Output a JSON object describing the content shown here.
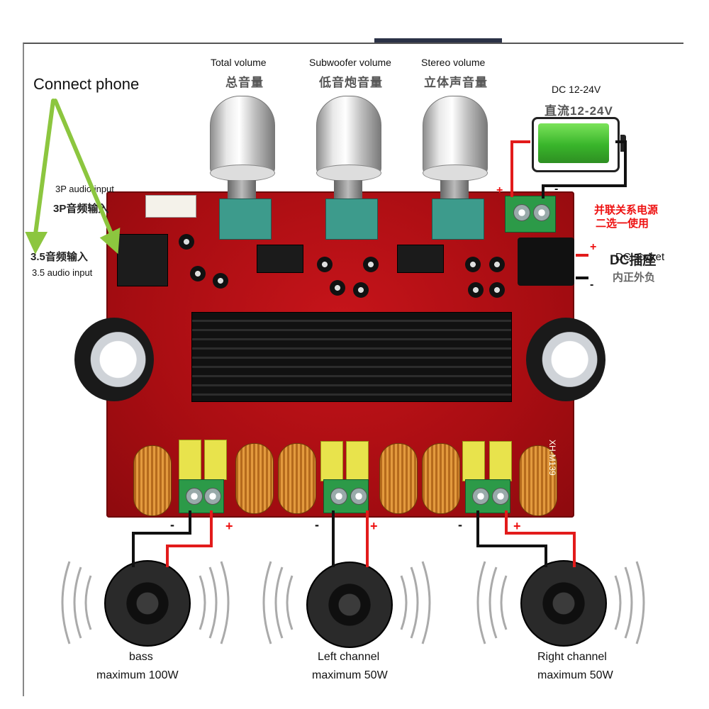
{
  "labels": {
    "connect_phone": "Connect phone",
    "total_volume_en": "Total volume",
    "total_volume_cn": "总音量",
    "sub_volume_en": "Subwoofer volume",
    "sub_volume_cn": "低音炮音量",
    "stereo_volume_en": "Stereo volume",
    "stereo_volume_cn": "立体声音量",
    "dc_en": "DC 12-24V",
    "dc_cn": "直流12-24V",
    "parallel_cn_1": "并联关系电源",
    "parallel_cn_2": "二选一使用",
    "in3p_en": "3P audio input",
    "in3p_cn": "3P音频输入",
    "in35_en": "3.5 audio input",
    "in35_cn": "3.5音频输入",
    "dc_socket_cn": "DC插座",
    "dc_socket_en": "DC socket",
    "polarity_cn": "内正外负",
    "plus": "+",
    "minus": "-",
    "board_model": "XH-M139"
  },
  "outputs": [
    {
      "name": "bass",
      "power": "maximum 100W"
    },
    {
      "name": "Left channel",
      "power": "maximum 50W"
    },
    {
      "name": "Right channel",
      "power": "maximum 50W"
    }
  ],
  "colors": {
    "board": "#b30f14",
    "arrow": "#8cc63f",
    "wire_pos": "#e21b1b",
    "wire_neg": "#111111",
    "label_red": "#e11111"
  }
}
